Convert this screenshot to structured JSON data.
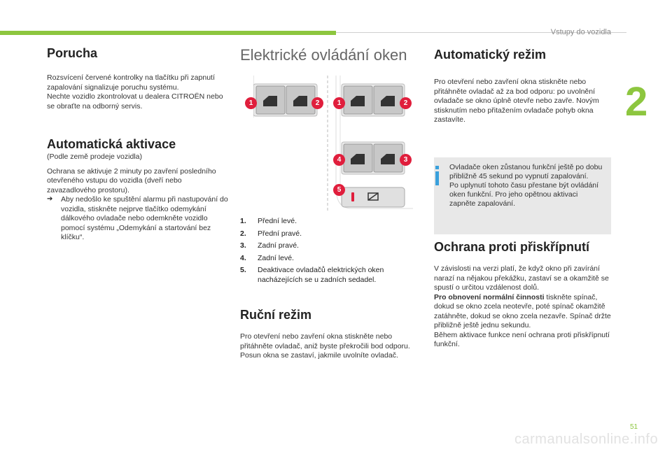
{
  "header": {
    "section_title": "Vstupy do vozidla",
    "chapter_number": "2",
    "page_number": "51"
  },
  "watermark": "carmanualsonline.info",
  "col1": {
    "porucha_title": "Porucha",
    "porucha_text": "Rozsvícení červené kontrolky na tlačítku při zapnutí zapalování signalizuje poruchu systému.\nNechte vozidlo zkontrolovat u dealera CITROËN nebo se obraťte na odborný servis.",
    "aktivace_title": "Automatická aktivace",
    "aktivace_sub": "(Podle země prodeje vozidla)",
    "aktivace_text": "Ochrana se aktivuje 2 minuty po zavření posledního otevřeného vstupu do vozidla (dveří nebo zavazadlového prostoru).",
    "aktivace_bullet_mark": "",
    "aktivace_bullet": "Aby nedošlo ke spuštění alarmu při nastupování do vozidla, stiskněte nejprve tlačítko odemykání dálkového ovladače nebo odemkněte vozidlo pomocí systému „Odemykání a startování bez klíčku“."
  },
  "col2": {
    "title": "Elektrické ovládání oken",
    "legend": [
      {
        "num": "1.",
        "text": "Přední levé."
      },
      {
        "num": "2.",
        "text": "Přední pravé."
      },
      {
        "num": "3.",
        "text": "Zadní pravé."
      },
      {
        "num": "4.",
        "text": "Zadní levé."
      },
      {
        "num": "5.",
        "text": "Deaktivace ovladačů elektrických oken nacházejících se u zadních sedadel."
      }
    ],
    "rucni_title": "Ruční režim",
    "rucni_text": "Pro otevření nebo zavření okna stiskněte nebo přitáhněte ovladač, aniž byste překročili bod odporu. Posun okna se zastaví, jakmile uvolníte ovladač."
  },
  "diagram": {
    "badges": [
      "1",
      "2",
      "1",
      "2",
      "4",
      "3",
      "5"
    ],
    "accent_color": "#e01e3c"
  },
  "col3": {
    "auto_title": "Automatický režim",
    "auto_text": "Pro otevření nebo zavření okna stiskněte nebo přitáhněte ovladač až za bod odporu: po uvolnění ovladače se okno úplně otevře nebo zavře. Novým stisknutím nebo přitažením ovladače pohyb okna zastavíte.",
    "info_text": "Ovladače oken zůstanou funkční ještě po dobu přibližně 45 sekund po vypnutí zapalování.\nPo uplynutí tohoto času přestane být ovládání oken funkční. Pro jeho opětnou aktivaci zapněte zapalování.",
    "ochrana_title": "Ochrana proti přiskřípnutí",
    "ochrana_text1": "V závislosti na verzi platí, že když okno při zavírání narazí na nějakou překážku, zastaví se a okamžitě se spustí o určitou vzdálenost dolů.",
    "ochrana_bold": "Pro obnovení normální činnosti",
    "ochrana_text2": " tiskněte spínač, dokud se okno zcela neotevře, poté spínač okamžitě zatáhněte, dokud se okno zcela nezavře. Spínač držte přibližně ještě jednu sekundu.\nBěhem aktivace funkce není ochrana proti přiskřípnutí funkční."
  },
  "colors": {
    "accent_green": "#8dc63f",
    "info_blue": "#3aa0dc"
  }
}
